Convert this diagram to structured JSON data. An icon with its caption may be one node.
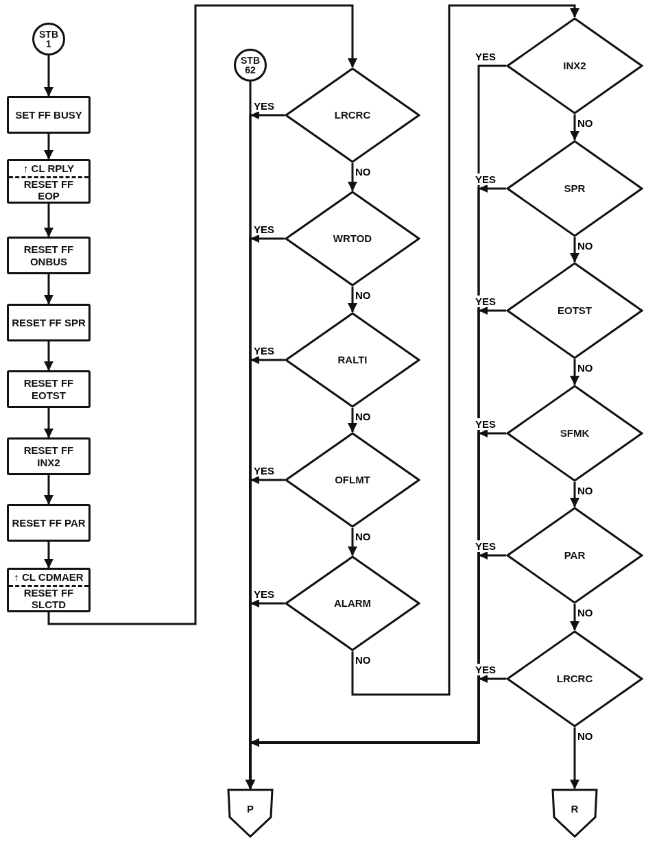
{
  "diagram": {
    "nodes": [
      {
        "text": [
          "STB 1"
        ]
      },
      {
        "text": [
          "SET FF BUSY"
        ]
      },
      {
        "text": [
          "↑ CL RPLY",
          "RESET FF EOP"
        ]
      },
      {
        "text": [
          "RESET FF ONBUS"
        ]
      },
      {
        "text": [
          "RESET FF SPR"
        ]
      },
      {
        "text": [
          "RESET FF EOTST"
        ]
      },
      {
        "text": [
          "RESET FF INX2"
        ]
      },
      {
        "text": [
          "RESET FF PAR"
        ]
      },
      {
        "text": [
          "↑ CL CDMAER",
          "RESET FF SLCTD"
        ]
      },
      {
        "text": [
          "STB 62"
        ]
      },
      {
        "text": [
          "LRCRC"
        ]
      },
      {
        "text": [
          "WRTOD"
        ]
      },
      {
        "text": [
          "RALTI"
        ]
      },
      {
        "text": [
          "OFLMT"
        ]
      },
      {
        "text": [
          "ALARM"
        ]
      },
      {
        "text": [
          "P"
        ]
      },
      {
        "text": [
          "INX2"
        ]
      },
      {
        "text": [
          "SPR"
        ]
      },
      {
        "text": [
          "EOTST"
        ]
      },
      {
        "text": [
          "SFMK"
        ]
      },
      {
        "text": [
          "PAR"
        ]
      },
      {
        "text": [
          "LRCRC"
        ]
      },
      {
        "text": [
          "R"
        ]
      }
    ],
    "edges": [
      {
        "from": 0,
        "to": 1,
        "arrow": "to"
      },
      {
        "from": 1,
        "to": 2,
        "arrow": "to"
      },
      {
        "from": 2,
        "to": 3,
        "arrow": "to"
      },
      {
        "from": 3,
        "to": 4,
        "arrow": "to"
      },
      {
        "from": 4,
        "to": 5,
        "arrow": "to"
      },
      {
        "from": 5,
        "to": 6,
        "arrow": "to"
      },
      {
        "from": 6,
        "to": 7,
        "arrow": "to"
      },
      {
        "from": 7,
        "to": 8,
        "arrow": "to"
      },
      {
        "from": 8,
        "to": 10,
        "arrow": "to"
      },
      {
        "from": 9,
        "to": 15,
        "arrow": "to"
      },
      {
        "from": 10,
        "to": 11,
        "arrow": "to",
        "label": "NO"
      },
      {
        "from": 11,
        "to": 12,
        "arrow": "to",
        "label": "NO"
      },
      {
        "from": 12,
        "to": 13,
        "arrow": "to",
        "label": "NO"
      },
      {
        "from": 13,
        "to": 14,
        "arrow": "to",
        "label": "NO"
      },
      {
        "from": 10,
        "to": 15,
        "arrow": "to",
        "label": "YES"
      },
      {
        "from": 11,
        "to": 15,
        "arrow": "to",
        "label": "YES"
      },
      {
        "from": 12,
        "to": 15,
        "arrow": "to",
        "label": "YES"
      },
      {
        "from": 13,
        "to": 15,
        "arrow": "to",
        "label": "YES"
      },
      {
        "from": 14,
        "to": 15,
        "arrow": "to",
        "label": "YES"
      },
      {
        "from": 14,
        "to": 16,
        "arrow": "to",
        "label": "NO"
      },
      {
        "from": 16,
        "to": 17,
        "arrow": "to",
        "label": "NO"
      },
      {
        "from": 17,
        "to": 18,
        "arrow": "to",
        "label": "NO"
      },
      {
        "from": 18,
        "to": 19,
        "arrow": "to",
        "label": "NO"
      },
      {
        "from": 19,
        "to": 20,
        "arrow": "to",
        "label": "NO"
      },
      {
        "from": 20,
        "to": 21,
        "arrow": "to",
        "label": "NO"
      },
      {
        "from": 21,
        "to": 22,
        "arrow": "to",
        "label": "NO"
      },
      {
        "from": 16,
        "to": 15,
        "arrow": "to",
        "label": "YES"
      },
      {
        "from": 17,
        "to": 15,
        "arrow": "to",
        "label": "YES"
      },
      {
        "from": 18,
        "to": 15,
        "arrow": "to",
        "label": "YES"
      },
      {
        "from": 19,
        "to": 15,
        "arrow": "to",
        "label": "YES"
      },
      {
        "from": 20,
        "to": 15,
        "arrow": "to",
        "label": "YES"
      },
      {
        "from": 21,
        "to": 15,
        "arrow": "to",
        "label": "YES"
      }
    ]
  }
}
